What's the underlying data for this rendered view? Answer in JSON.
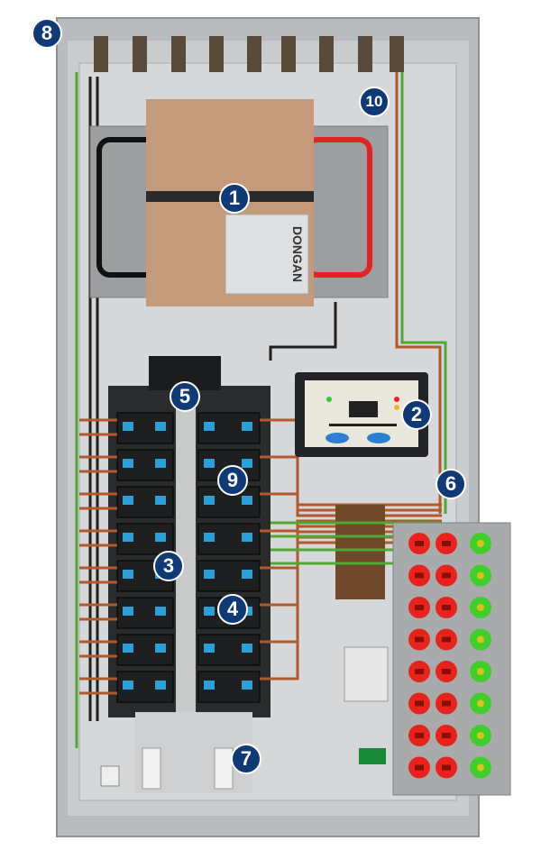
{
  "figure": {
    "transformer_brand": "DONGAN",
    "callouts": [
      {
        "number": "1",
        "part": "transformer"
      },
      {
        "number": "2",
        "part": "monitor"
      },
      {
        "number": "3",
        "part": "breaker"
      },
      {
        "number": "4",
        "part": "breaker"
      },
      {
        "number": "5",
        "part": "main-breaker"
      },
      {
        "number": "6",
        "part": "ground-wiring"
      },
      {
        "number": "7",
        "part": "bus-lugs"
      },
      {
        "number": "8",
        "part": "enclosure"
      },
      {
        "number": "9",
        "part": "breaker-panel"
      },
      {
        "number": "10",
        "part": "conduit-entry"
      }
    ],
    "outlet_rows": 8,
    "breaker_rows": 8,
    "colors": {
      "callout": "#0e3a78",
      "enclosure": "#b9bcbf",
      "backplate": "#d3d4d5",
      "transformer": "#c49a78",
      "outlet_red": "#e8231c",
      "outlet_green": "#3fcf2a",
      "breaker": "#1e1f21",
      "wire_copper": "#b0592b",
      "wire_ground": "#4fa832"
    }
  }
}
